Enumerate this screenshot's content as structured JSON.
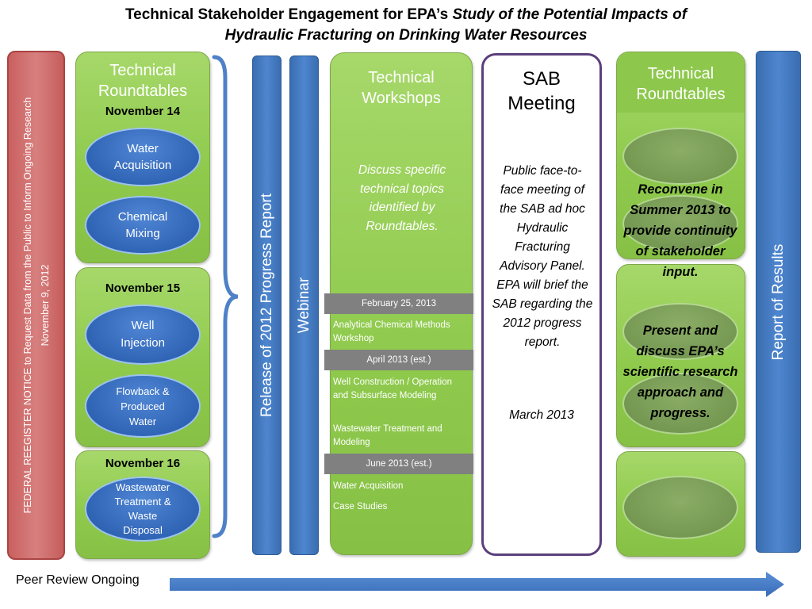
{
  "title": {
    "line1_plain": "Technical Stakeholder Engagement for EPA’s ",
    "line1_italic": "Study of the Potential Impacts of",
    "line2_italic": "Hydraulic Fracturing on Drinking Water Resources"
  },
  "federal_notice": {
    "line1": "FEDERAL REEGISTER NOTICE to Request Data from the Public to Inform Ongoing Research",
    "line2": "November 9, 2012"
  },
  "roundtables_left": {
    "heading_line1": "Technical",
    "heading_line2": "Roundtables",
    "groups": [
      {
        "date": "November 14",
        "topics": [
          {
            "line1": "Water",
            "line2": "Acquisition"
          },
          {
            "line1": "Chemical",
            "line2": "Mixing"
          }
        ]
      },
      {
        "date": "November 15",
        "topics": [
          {
            "line1": "Well",
            "line2": "Injection"
          },
          {
            "line1": "Flowback &",
            "line2": "Produced",
            "line3": "Water"
          }
        ]
      },
      {
        "date": "November 16",
        "topics": [
          {
            "line1": "Wastewater",
            "line2": "Treatment &",
            "line3": "Waste",
            "line4": "Disposal"
          }
        ]
      }
    ]
  },
  "progress_report": "Release of 2012 Progress Report",
  "webinar": "Webinar",
  "workshops": {
    "heading_line1": "Technical",
    "heading_line2": "Workshops",
    "description": "Discuss specific technical topics identified by Roundtables.",
    "sessions": [
      {
        "date": "February 25, 2013",
        "items": [
          "Analytical Chemical Methods Workshop"
        ]
      },
      {
        "date": "April 2013 (est.)",
        "items": [
          "Well Construction / Operation and Subsurface Modeling",
          "Wastewater Treatment and Modeling"
        ]
      },
      {
        "date": "June 2013 (est.)",
        "items": [
          "Water Acquisition",
          "Case Studies"
        ]
      }
    ]
  },
  "sab": {
    "title_line1": "SAB",
    "title_line2": "Meeting",
    "description": "Public face-to-face meeting of the SAB ad hoc Hydraulic Fracturing Advisory Panel. EPA will brief the SAB regarding the 2012 progress report.",
    "date": "March 2013"
  },
  "roundtables_right": {
    "heading_line1": "Technical",
    "heading_line2": "Roundtables",
    "reconvene": "Reconvene in Summer 2013 to provide continuity of stakeholder input.",
    "present": "Present and discuss EPA’s scientific research approach and progress."
  },
  "report_of_results": "Report of Results",
  "peer_review": "Peer Review Ongoing",
  "colors": {
    "green": "#8fca4d",
    "blue": "#4472c4",
    "red": "#d07371",
    "purple": "#5b3f7c",
    "gray_bar": "#808080"
  }
}
